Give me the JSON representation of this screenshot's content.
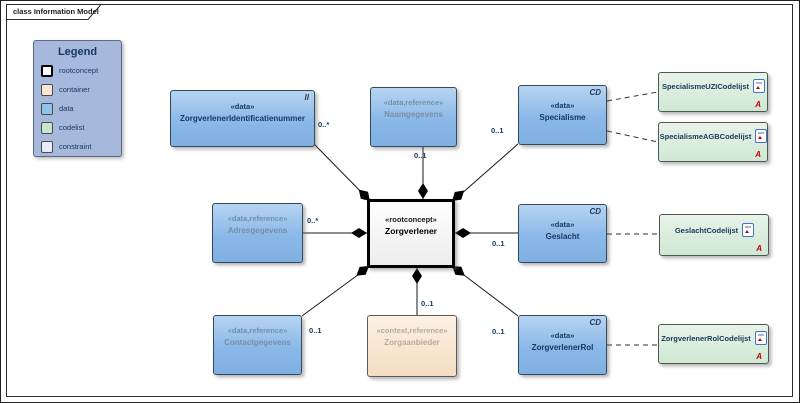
{
  "frame": {
    "tab_label": "class Information Model"
  },
  "legend": {
    "title": "Legend",
    "items": [
      {
        "label": "rootconcept",
        "color": "#ffffff"
      },
      {
        "label": "container",
        "color": "#f7e6d3"
      },
      {
        "label": "data",
        "color": "#92c3ed"
      },
      {
        "label": "codelist",
        "color": "#c9e7cf"
      },
      {
        "label": "constraint",
        "color": "#e9eaf8"
      }
    ]
  },
  "nodes": {
    "identificatienummer": {
      "stereotype": "«data»",
      "name": "ZorgverlenerIdentificatienummer",
      "marker": "II",
      "multiplicity": "0..*"
    },
    "naamgegevens": {
      "stereotype": "«data,reference»",
      "name": "Naamgegevens",
      "multiplicity": "0..1"
    },
    "specialisme": {
      "stereotype": "«data»",
      "name": "Specialisme",
      "marker": "CD",
      "multiplicity": "0..1"
    },
    "adresgegevens": {
      "stereotype": "«data,reference»",
      "name": "Adresgegevens",
      "multiplicity": "0..*"
    },
    "zorgverlener": {
      "stereotype": "«rootconcept»",
      "name": "Zorgverlener"
    },
    "geslacht": {
      "stereotype": "«data»",
      "name": "Geslacht",
      "marker": "CD",
      "multiplicity": "0..1"
    },
    "contactgegevens": {
      "stereotype": "«data,reference»",
      "name": "Contactgegevens",
      "multiplicity": "0..1"
    },
    "zorgaanbieder": {
      "stereotype": "«context,reference»",
      "name": "Zorgaanbieder",
      "multiplicity": "0..1"
    },
    "zorgverlenerrol": {
      "stereotype": "«data»",
      "name": "ZorgverlenerRol",
      "marker": "CD",
      "multiplicity": "0..1"
    }
  },
  "codelists": [
    {
      "name": "SpecialismeUZICodelijst",
      "marker": "A"
    },
    {
      "name": "SpecialismeAGBCodelijst",
      "marker": "A"
    },
    {
      "name": "GeslachtCodelijst",
      "marker": "A"
    },
    {
      "name": "ZorgverlenerRolCodelijst",
      "marker": "A"
    }
  ],
  "colors": {
    "data_fill": "#8ab8e8",
    "reference_text": "#7590a8",
    "container_fill": "#f5e3cf",
    "container_text": "#b9ab99",
    "codelist_fill": "#cfe8d3",
    "rootconcept_fill": "#ffffff",
    "primary_text": "#17375e",
    "marker_a_red": "#c00000",
    "legend_bg": "#a6b9dc"
  }
}
